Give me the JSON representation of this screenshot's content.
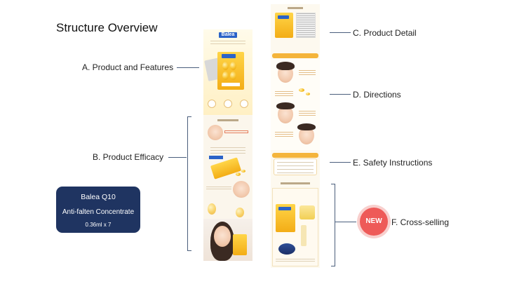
{
  "title": "Structure Overview",
  "labels": {
    "a": "A. Product and Features",
    "b": "B. Product Efficacy",
    "c": "C. Product Detail",
    "d": "D. Directions",
    "e": "E. Safety Instructions",
    "f": "F. Cross-selling"
  },
  "product_box": {
    "name": "Balea Q10",
    "type": "Anti-falten Concentrate",
    "size": "0.36ml x 7"
  },
  "badge": "NEW",
  "brand": "Balea",
  "colors": {
    "navy": "#1f3461",
    "badge": "#ee5a58",
    "line": "#4a5e7c",
    "accent_yellow": "#f4b43a",
    "brand_blue": "#2b63c8"
  }
}
